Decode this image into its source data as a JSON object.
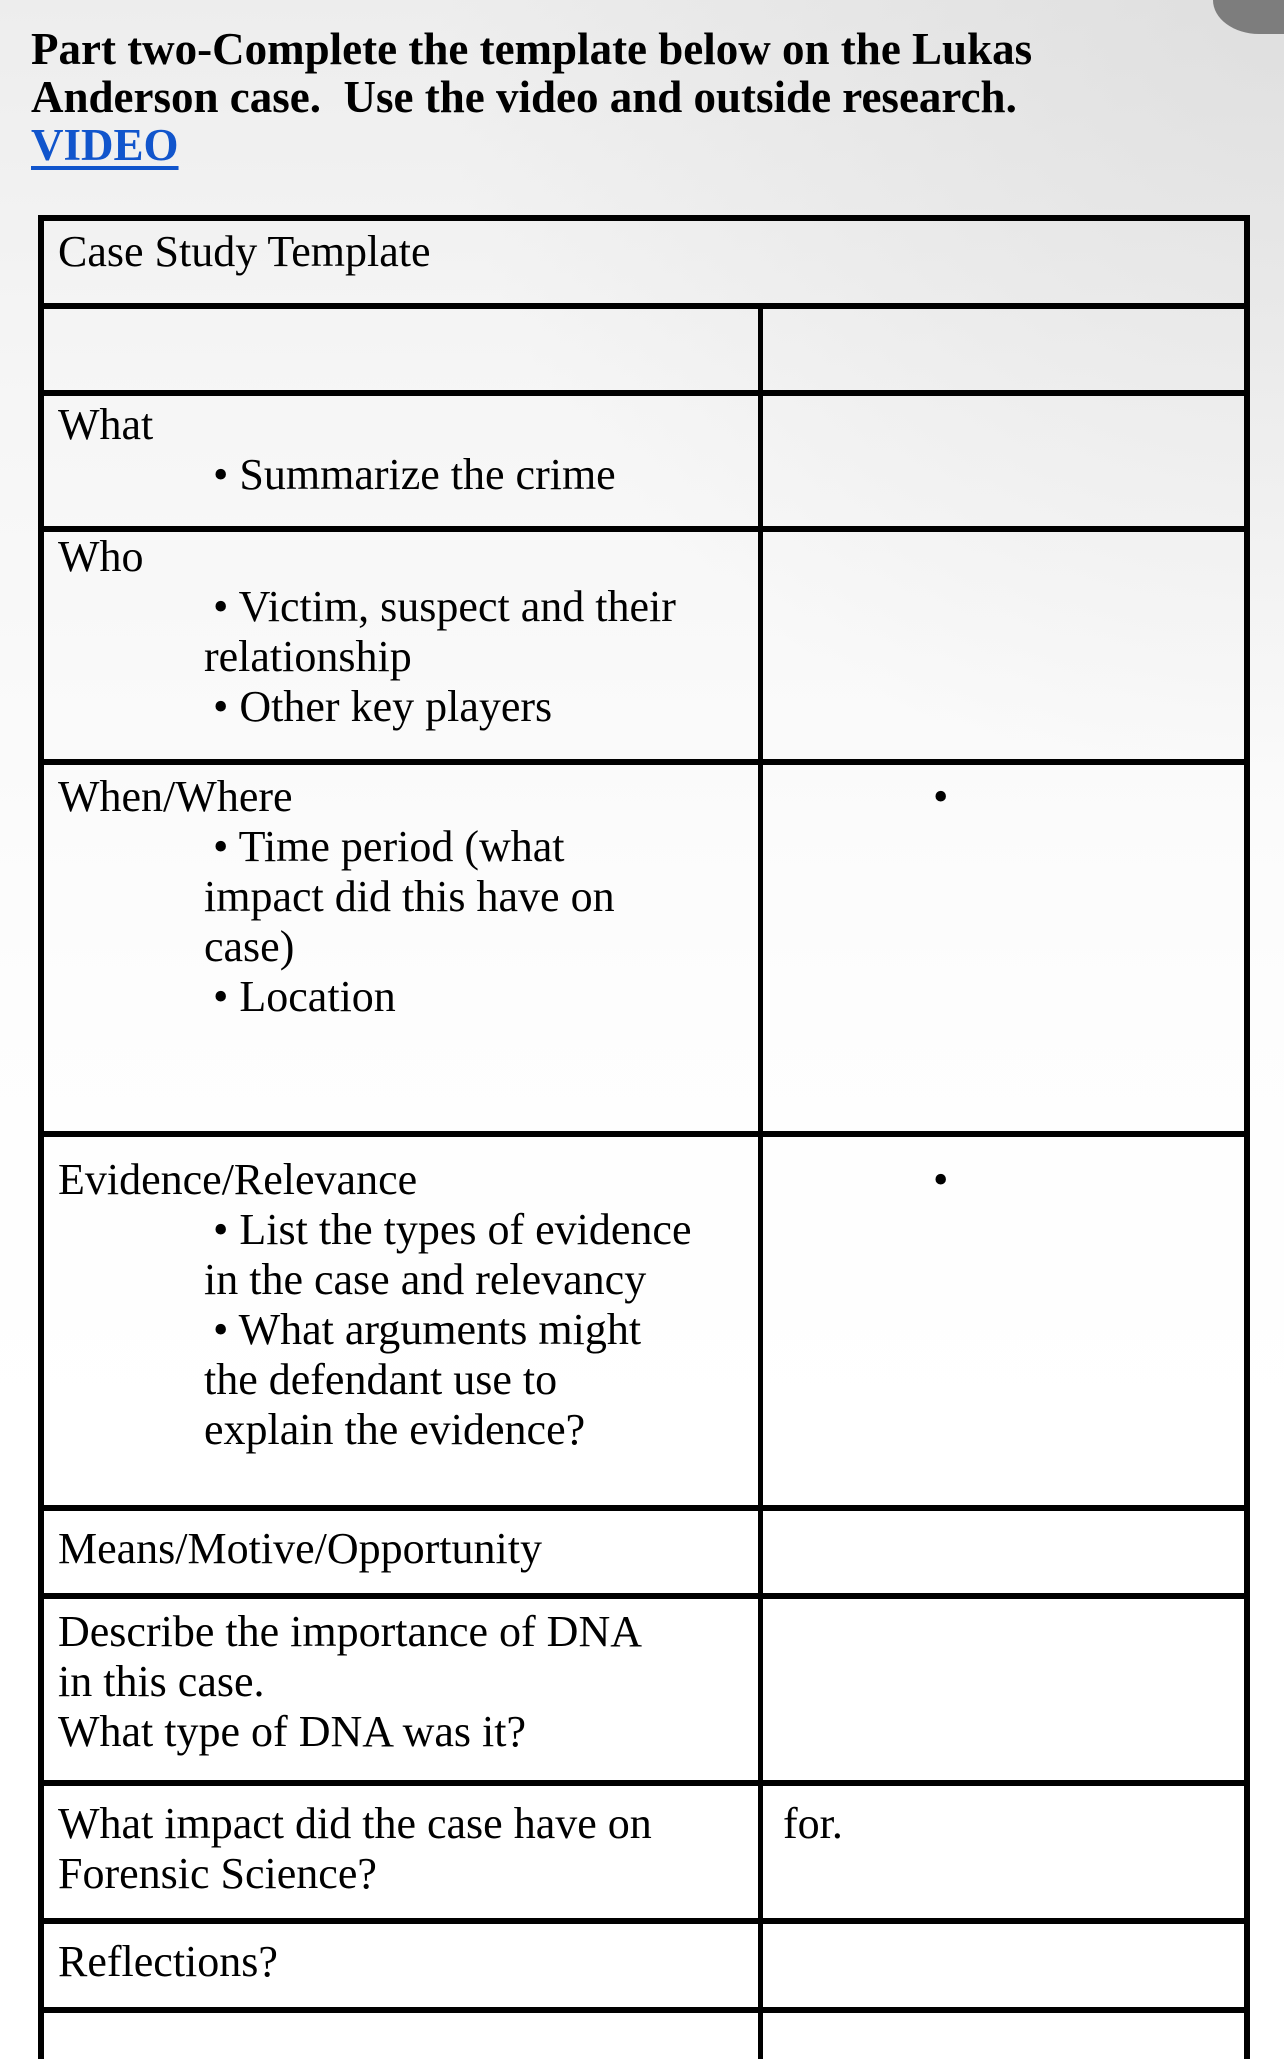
{
  "heading": {
    "line1": "Part two-Complete the template below on the Lukas",
    "line2": "Anderson case.  Use the video and outside research.",
    "video_link": "VIDEO"
  },
  "colors": {
    "link_blue": "#1155cc",
    "table_border": "#000000",
    "text_black": "#000000",
    "corner_overlay_gray": "#7d7d7d"
  },
  "table": {
    "rows": [
      {
        "id": "title",
        "left": [
          "Case Study Template"
        ],
        "right": []
      },
      {
        "id": "blank",
        "left": [],
        "right": []
      },
      {
        "id": "what",
        "left": [
          "What",
          "• Summarize the crime"
        ],
        "right": []
      },
      {
        "id": "who",
        "left": [
          "Who",
          "• Victim, suspect and their",
          "relationship",
          "• Other key players"
        ],
        "right": []
      },
      {
        "id": "when-where",
        "left": [
          "When/Where",
          "• Time period (what",
          "impact did this have on",
          "case)",
          "• Location"
        ],
        "right": [
          "•"
        ]
      },
      {
        "id": "evidence-relevance",
        "left": [
          "Evidence/Relevance",
          "• List the types of evidence",
          "in the case and relevancy",
          "• What arguments might",
          "the defendant use to",
          "explain the evidence?"
        ],
        "right": [
          "•"
        ]
      },
      {
        "id": "means-motive-opportunity",
        "left": [
          "Means/Motive/Opportunity"
        ],
        "right": []
      },
      {
        "id": "dna",
        "left": [
          "Describe the importance of DNA",
          "in this case.",
          "What type of DNA was it?"
        ],
        "right": []
      },
      {
        "id": "forensic-impact",
        "left": [
          "What impact did the case have on",
          "Forensic Science?"
        ],
        "right": [
          "for."
        ]
      },
      {
        "id": "reflections",
        "left": [
          "Reflections?"
        ],
        "right": []
      },
      {
        "id": "partial",
        "left": [],
        "right": []
      }
    ]
  }
}
